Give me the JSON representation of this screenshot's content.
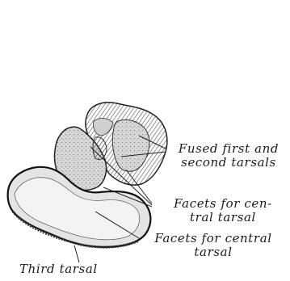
{
  "labels": {
    "fused_line1": "Fused first and",
    "fused_line2": "second tarsals",
    "facets_central_line1": "Facets for cen-",
    "facets_central_line2": "tral tarsal",
    "facets_central2_line1": "Facets for central",
    "facets_central2_line2": "tarsal",
    "third_tarsal": "Third tarsal"
  }
}
